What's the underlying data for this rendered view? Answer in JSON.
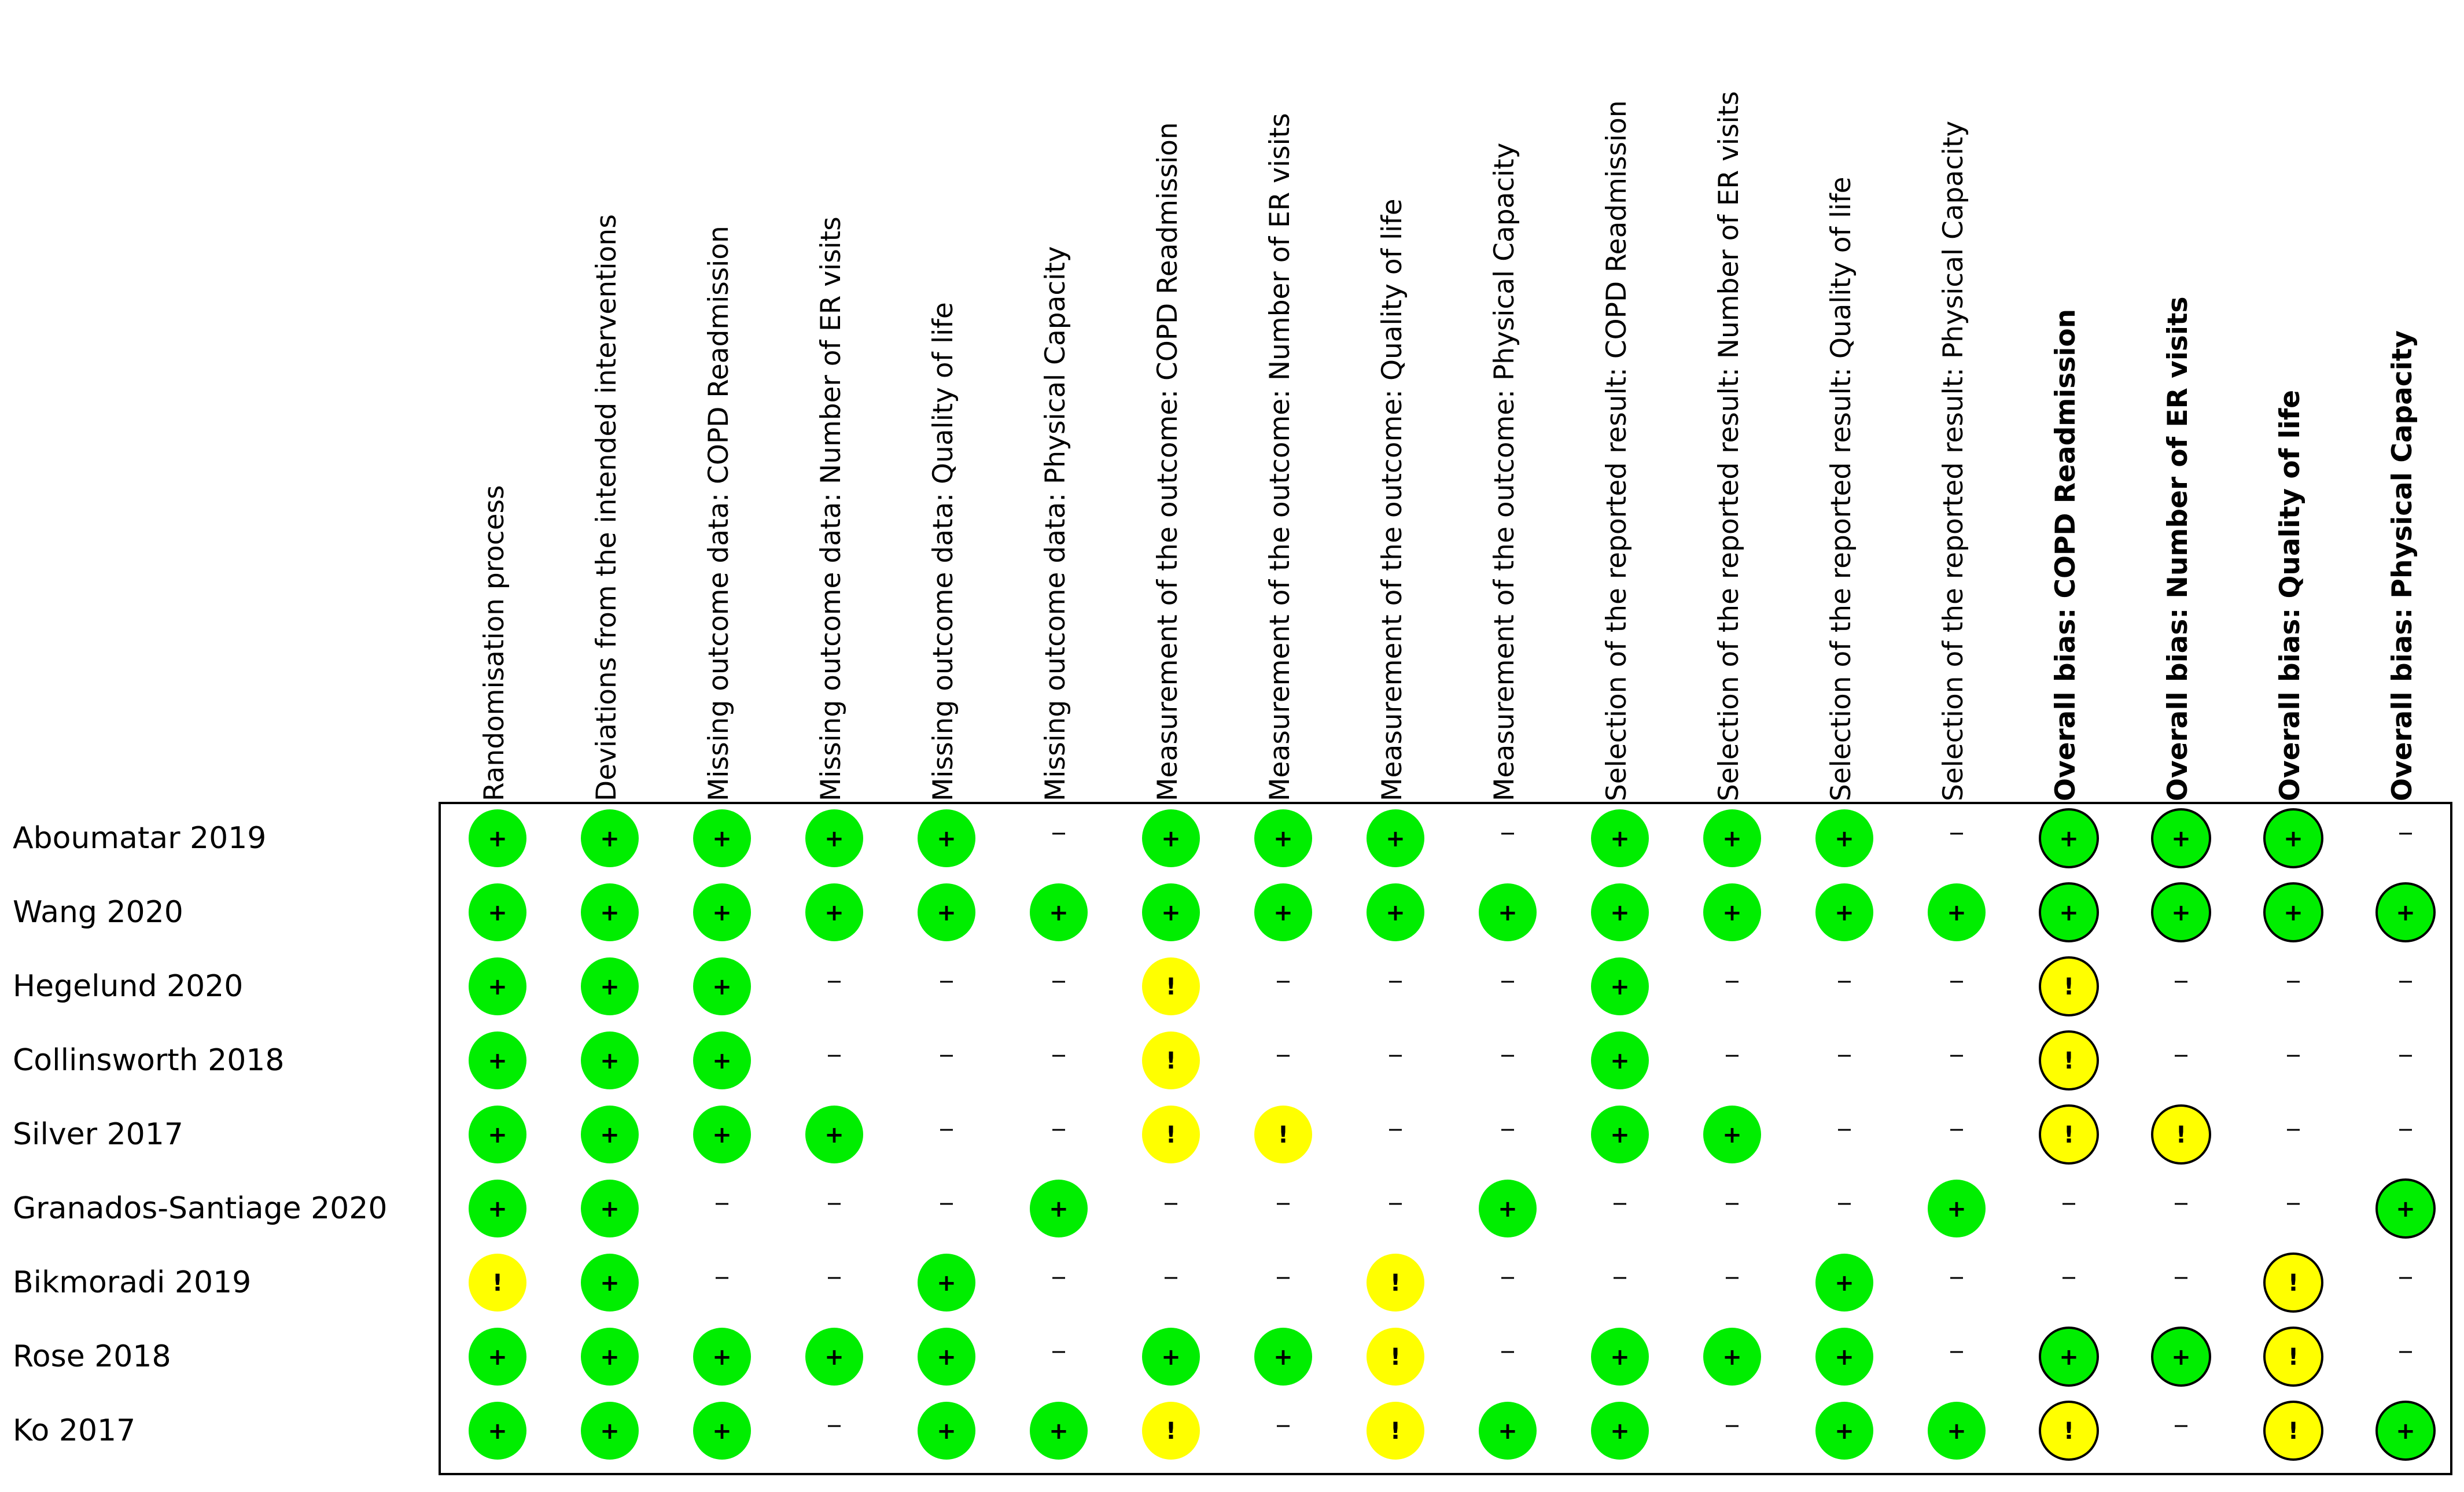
{
  "chart_data": {
    "type": "table",
    "columns": [
      {
        "label": "Randomisation process",
        "overall": false
      },
      {
        "label": "Deviations from the intended interventions",
        "overall": false
      },
      {
        "label": "Missing outcome data: COPD Readmission",
        "overall": false
      },
      {
        "label": "Missing outcome data: Number of ER visits",
        "overall": false
      },
      {
        "label": "Missing outcome data: Quality of life",
        "overall": false
      },
      {
        "label": "Missing outcome data: Physical Capacity",
        "overall": false
      },
      {
        "label": "Measurement of the outcome: COPD Readmission",
        "overall": false
      },
      {
        "label": "Measurement of the outcome: Number of ER visits",
        "overall": false
      },
      {
        "label": "Measurement of the outcome: Quality of life",
        "overall": false
      },
      {
        "label": "Measurement of the outcome: Physical Capacity",
        "overall": false
      },
      {
        "label": "Selection of the reported result: COPD Readmission",
        "overall": false
      },
      {
        "label": "Selection of the reported result: Number of ER visits",
        "overall": false
      },
      {
        "label": "Selection of the reported result: Quality of life",
        "overall": false
      },
      {
        "label": "Selection of the reported result: Physical Capacity",
        "overall": false
      },
      {
        "label": "Overall bias: COPD Readmission",
        "overall": true
      },
      {
        "label": "Overall bias: Number of ER visits",
        "overall": true
      },
      {
        "label": "Overall bias: Quality of life",
        "overall": true
      },
      {
        "label": "Overall bias: Physical Capacity",
        "overall": true
      }
    ],
    "rows": [
      {
        "study": "Aboumatar 2019",
        "judgements": [
          "+",
          "+",
          "+",
          "+",
          "+",
          "-",
          "+",
          "+",
          "+",
          "-",
          "+",
          "+",
          "+",
          "-",
          "+",
          "+",
          "+",
          "-"
        ]
      },
      {
        "study": "Wang 2020",
        "judgements": [
          "+",
          "+",
          "+",
          "+",
          "+",
          "+",
          "+",
          "+",
          "+",
          "+",
          "+",
          "+",
          "+",
          "+",
          "+",
          "+",
          "+",
          "+"
        ]
      },
      {
        "study": "Hegelund 2020",
        "judgements": [
          "+",
          "+",
          "+",
          "-",
          "-",
          "-",
          "!",
          "-",
          "-",
          "-",
          "+",
          "-",
          "-",
          "-",
          "!",
          "-",
          "-",
          "-"
        ]
      },
      {
        "study": "Collinsworth 2018",
        "judgements": [
          "+",
          "+",
          "+",
          "-",
          "-",
          "-",
          "!",
          "-",
          "-",
          "-",
          "+",
          "-",
          "-",
          "-",
          "!",
          "-",
          "-",
          "-"
        ]
      },
      {
        "study": "Silver 2017",
        "judgements": [
          "+",
          "+",
          "+",
          "+",
          "-",
          "-",
          "!",
          "!",
          "-",
          "-",
          "+",
          "+",
          "-",
          "-",
          "!",
          "!",
          "-",
          "-"
        ]
      },
      {
        "study": "Granados-Santiage 2020",
        "judgements": [
          "+",
          "+",
          "-",
          "-",
          "-",
          "+",
          "-",
          "-",
          "-",
          "+",
          "-",
          "-",
          "-",
          "+",
          "-",
          "-",
          "-",
          "+"
        ]
      },
      {
        "study": "Bikmoradi 2019",
        "judgements": [
          "!",
          "+",
          "-",
          "-",
          "+",
          "-",
          "-",
          "-",
          "!",
          "-",
          "-",
          "-",
          "+",
          "-",
          "-",
          "-",
          "!",
          "-"
        ]
      },
      {
        "study": "Rose 2018",
        "judgements": [
          "+",
          "+",
          "+",
          "+",
          "+",
          "-",
          "+",
          "+",
          "!",
          "-",
          "+",
          "+",
          "+",
          "-",
          "+",
          "+",
          "!",
          "-"
        ]
      },
      {
        "study": "Ko 2017",
        "judgements": [
          "+",
          "+",
          "+",
          "-",
          "+",
          "+",
          "!",
          "-",
          "!",
          "+",
          "+",
          "-",
          "+",
          "+",
          "!",
          "-",
          "!",
          "+"
        ]
      }
    ],
    "colors": {
      "low": "#00ee00",
      "some_concerns": "#ffff00",
      "na_symbol": "#000000",
      "border": "#000000",
      "text": "#000000"
    }
  }
}
